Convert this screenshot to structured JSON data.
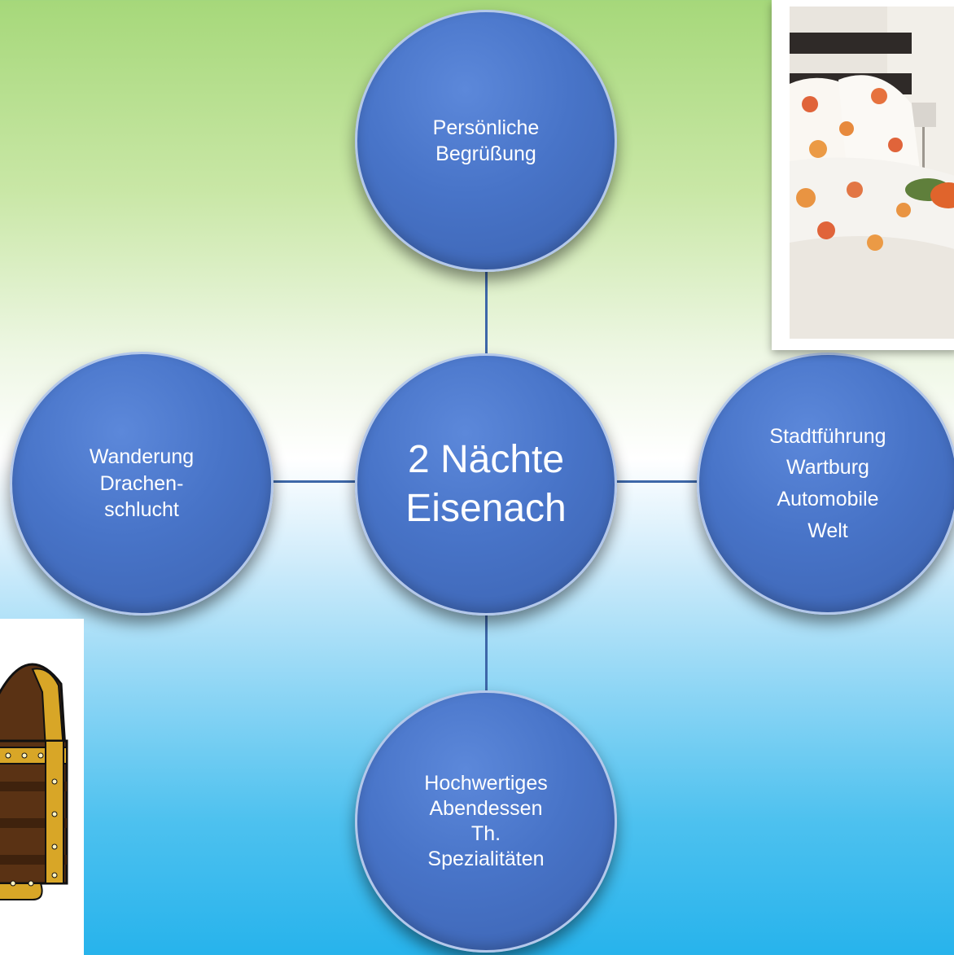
{
  "diagram": {
    "center": {
      "label": "2 Nächte\nEisenach"
    },
    "top": {
      "label": "Persönliche\nBegrüßung"
    },
    "left": {
      "label": "Wanderung\nDrachen-\nschlucht"
    },
    "right": {
      "label": "Stadtführung\nWartburg\nAutomobile\nWelt"
    },
    "bottom": {
      "label": "Hochwertiges\nAbendessen\nTh.\nSpezialitäten"
    }
  },
  "colors": {
    "node_fill": "#4874c8",
    "node_border": "#b4c8ea",
    "connector": "#3d67a8",
    "text": "#ffffff"
  },
  "images": {
    "photo": "bedroom-photo",
    "clipart": "treasure-chest-icon"
  }
}
